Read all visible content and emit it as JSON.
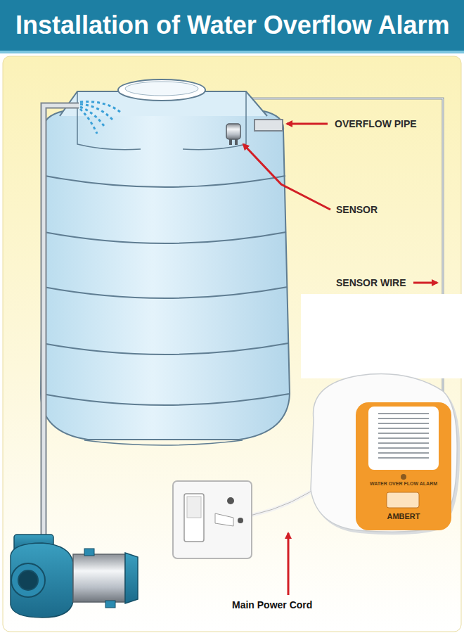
{
  "diagram": {
    "title": "Installation of Water Overflow Alarm",
    "nodes": [
      {
        "text": [
          "WATER OVER FLOW ALARM",
          "AMBERT"
        ]
      }
    ],
    "labels": [
      "OVERFLOW PIPE",
      "SENSOR",
      "SENSOR WIRE",
      "Main Power Cord"
    ]
  }
}
